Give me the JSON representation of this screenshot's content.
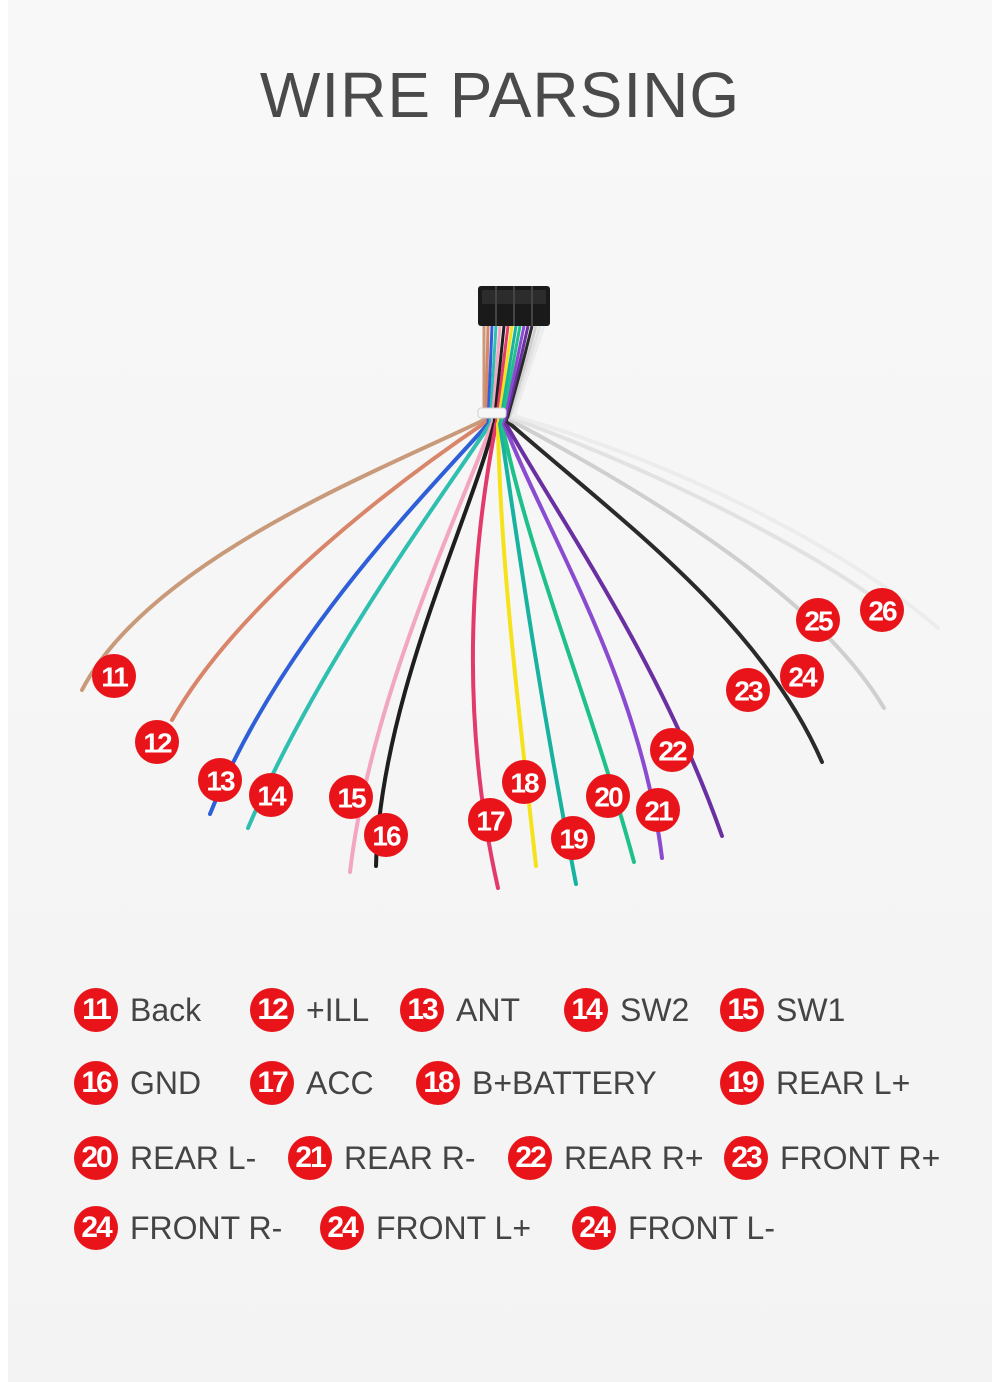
{
  "title": "WIRE PARSING",
  "badge_color": "#e8141a",
  "wires": [
    {
      "number": "11",
      "color": "#c89a7a"
    },
    {
      "number": "12",
      "color": "#d9856a"
    },
    {
      "number": "13",
      "color": "#2f5fd8"
    },
    {
      "number": "14",
      "color": "#2fbfb0"
    },
    {
      "number": "15",
      "color": "#f2a6c0"
    },
    {
      "number": "16",
      "color": "#1e1e1e"
    },
    {
      "number": "17",
      "color": "#e23a6a"
    },
    {
      "number": "18",
      "color": "#f5e21a"
    },
    {
      "number": "19",
      "color": "#18b3a0"
    },
    {
      "number": "20",
      "color": "#1fc08a"
    },
    {
      "number": "21",
      "color": "#8a4bd0"
    },
    {
      "number": "22",
      "color": "#6a2fa0"
    },
    {
      "number": "23",
      "color": "#2a2a2a"
    },
    {
      "number": "24",
      "color": "#cfcfcf"
    },
    {
      "number": "25",
      "color": "#e2e2e2"
    },
    {
      "number": "26",
      "color": "#ececec"
    }
  ],
  "legend": [
    {
      "number": "11",
      "label": "Back"
    },
    {
      "number": "12",
      "label": "+ILL"
    },
    {
      "number": "13",
      "label": "ANT"
    },
    {
      "number": "14",
      "label": "SW2"
    },
    {
      "number": "15",
      "label": "SW1"
    },
    {
      "number": "16",
      "label": "GND"
    },
    {
      "number": "17",
      "label": "ACC"
    },
    {
      "number": "18",
      "label": "B+BATTERY"
    },
    {
      "number": "19",
      "label": "REAR L+"
    },
    {
      "number": "20",
      "label": "REAR L-"
    },
    {
      "number": "21",
      "label": "REAR R-"
    },
    {
      "number": "22",
      "label": "REAR R+"
    },
    {
      "number": "23",
      "label": "FRONT R+"
    },
    {
      "number": "24",
      "label": "FRONT R-"
    },
    {
      "number": "24",
      "label": "FRONT L+"
    },
    {
      "number": "24",
      "label": "FRONT L-"
    }
  ]
}
